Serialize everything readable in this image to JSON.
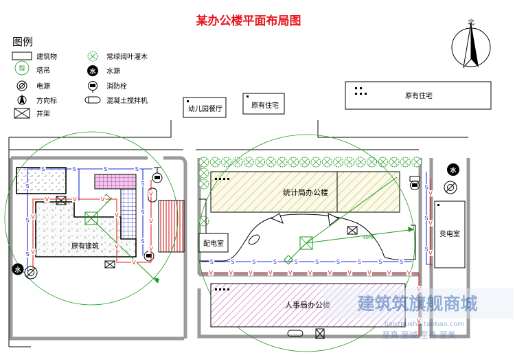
{
  "title": "某办公楼平面布局图",
  "legend": {
    "heading": "图例",
    "items": [
      {
        "icon": "building-outline-icon",
        "label": "建筑物"
      },
      {
        "icon": "tower-crane-icon",
        "label": "塔吊"
      },
      {
        "icon": "power-source-icon",
        "label": "电源"
      },
      {
        "icon": "north-arrow-icon",
        "label": "方向标"
      },
      {
        "icon": "derrick-icon",
        "label": "井架"
      },
      {
        "icon": "evergreen-shrub-icon",
        "label": "常绿阔叶灌木"
      },
      {
        "icon": "water-source-icon",
        "label": "水源"
      },
      {
        "icon": "fire-hydrant-icon",
        "label": "消防栓"
      },
      {
        "icon": "concrete-mixer-icon",
        "label": "混凝土搅拌机"
      }
    ]
  },
  "north_label": "北",
  "water_symbol": "水",
  "power_line_symbol": "V",
  "water_line_symbol": "S",
  "buildings": {
    "residence_top_right": "原有住宅",
    "residence_small": "原有住宅",
    "kindergarten_canteen": "幼儿园餐厅",
    "statistics_bureau": "统计局办公楼",
    "personnel_bureau": "人事局办公楼",
    "original_building": "原有建筑",
    "substation": "变电室",
    "distribution_room": "配电室"
  },
  "dimension_label": "40m",
  "watermark": {
    "brand": "建筑筑旗舰商城",
    "url": "jianzhushu.taobao.com",
    "slogan": "至真 至诚 至善 至美"
  },
  "colors": {
    "title": "#e8141c",
    "crane_circle": "#1a9a1a",
    "water_line": "#1d2bd8",
    "power_line": "#e2231a",
    "hatch_yellow": "#c8c060",
    "hatch_magenta": "#c03ab0",
    "grid_blue": "#2a33c8",
    "watermark": "#3b6fb7"
  }
}
